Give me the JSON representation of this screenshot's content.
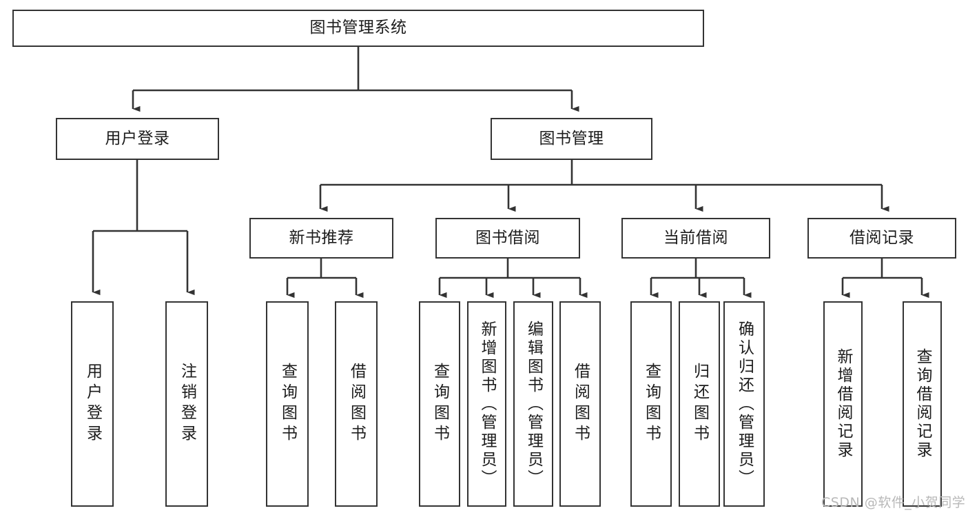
{
  "diagram": {
    "title": "图书管理系统",
    "type": "tree-hierarchy-chart",
    "root": {
      "label": "图书管理系统"
    },
    "level2": [
      {
        "label": "用户登录"
      },
      {
        "label": "图书管理"
      }
    ],
    "level3": [
      {
        "label": "新书推荐"
      },
      {
        "label": "图书借阅"
      },
      {
        "label": "当前借阅"
      },
      {
        "label": "借阅记录"
      }
    ],
    "leaves": {
      "user_login": [
        {
          "label": "用户登录"
        },
        {
          "label": "注销登录"
        }
      ],
      "new_book_recommend": [
        {
          "label": "查询图书"
        },
        {
          "label": "借阅图书"
        }
      ],
      "book_borrow": [
        {
          "label": "查询图书"
        },
        {
          "label": "新增图书（管理员）"
        },
        {
          "label": "编辑图书（管理员）"
        },
        {
          "label": "借阅图书"
        }
      ],
      "current_borrow": [
        {
          "label": "查询图书"
        },
        {
          "label": "归还图书"
        },
        {
          "label": "确认归还（管理员）"
        }
      ],
      "borrow_record": [
        {
          "label": "新增借阅记录"
        },
        {
          "label": "查询借阅记录"
        }
      ]
    }
  },
  "watermark": {
    "text": "CSDN @软件_小贺同学"
  },
  "colors": {
    "box_border": "#333333",
    "box_fill": "#ffffff",
    "line": "#333333",
    "text": "#1c1c1c",
    "watermark": "#b8b8b8",
    "background": "#ffffff"
  }
}
